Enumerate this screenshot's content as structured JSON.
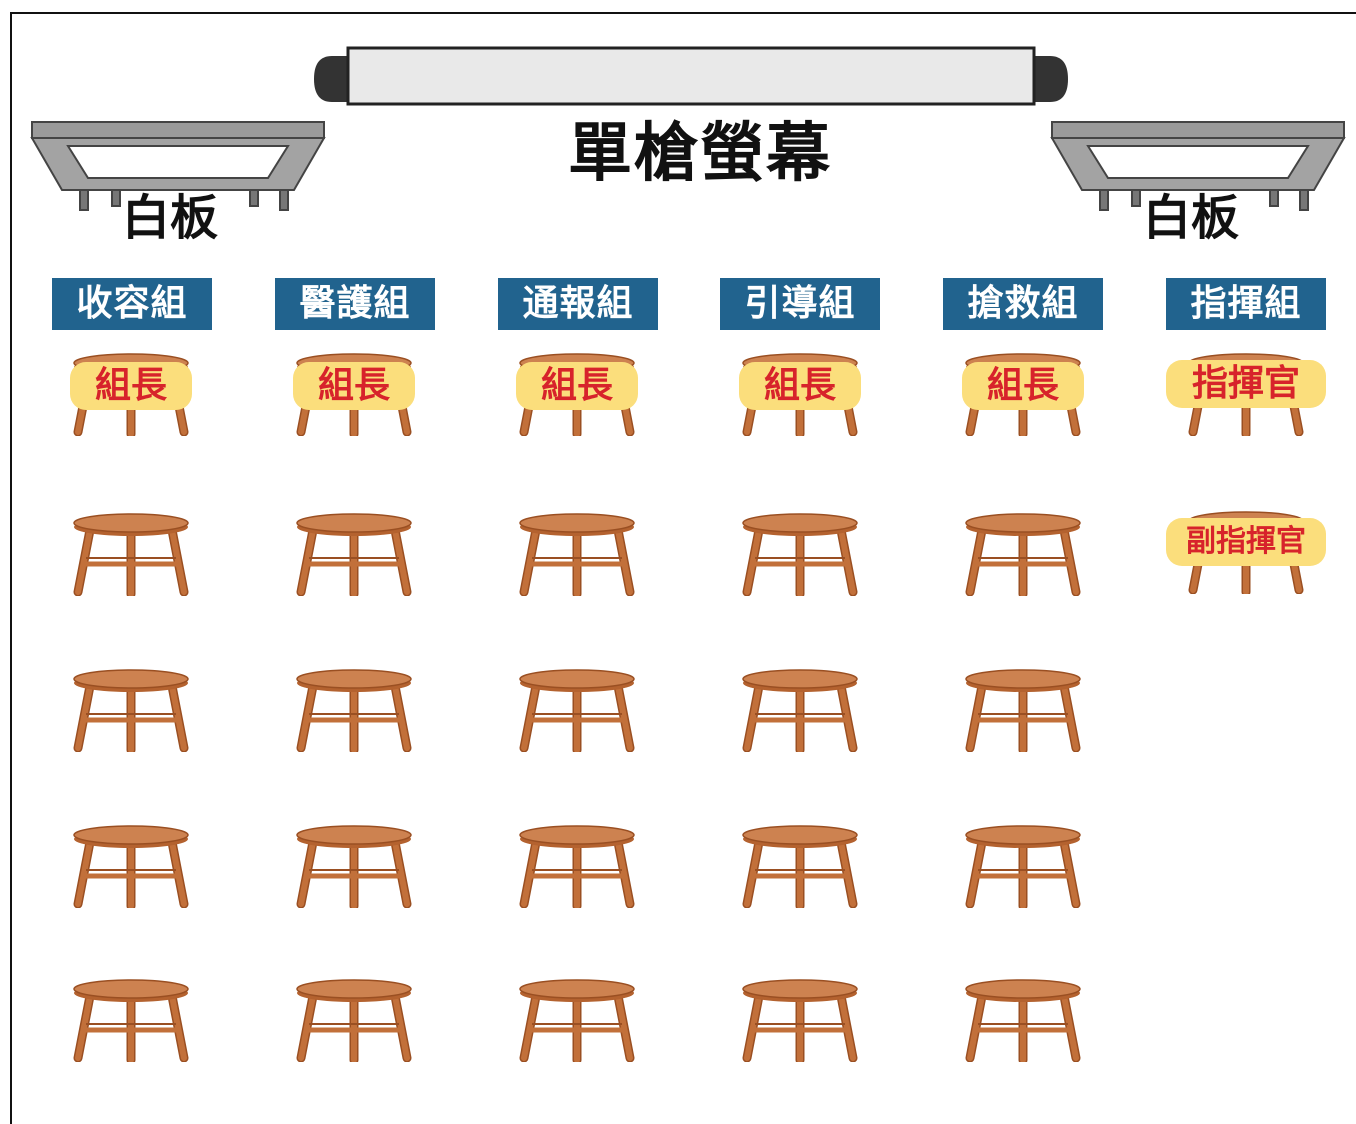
{
  "screen": {
    "title": "單槍螢幕"
  },
  "whiteboards": {
    "left_label": "白板",
    "right_label": "白板"
  },
  "groups": [
    "收容組",
    "醫護組",
    "通報組",
    "引導組",
    "搶救組",
    "指揮組"
  ],
  "leader_tags": [
    "組長",
    "組長",
    "組長",
    "組長",
    "組長",
    "指揮官"
  ],
  "deputy_tag": "副指揮官",
  "colors": {
    "group_label_bg": "#21638e",
    "tag_bg": "#fbde7c",
    "tag_text": "#d7232b",
    "stool_seat": "#cd8250",
    "stool_leg": "#c2703a"
  }
}
